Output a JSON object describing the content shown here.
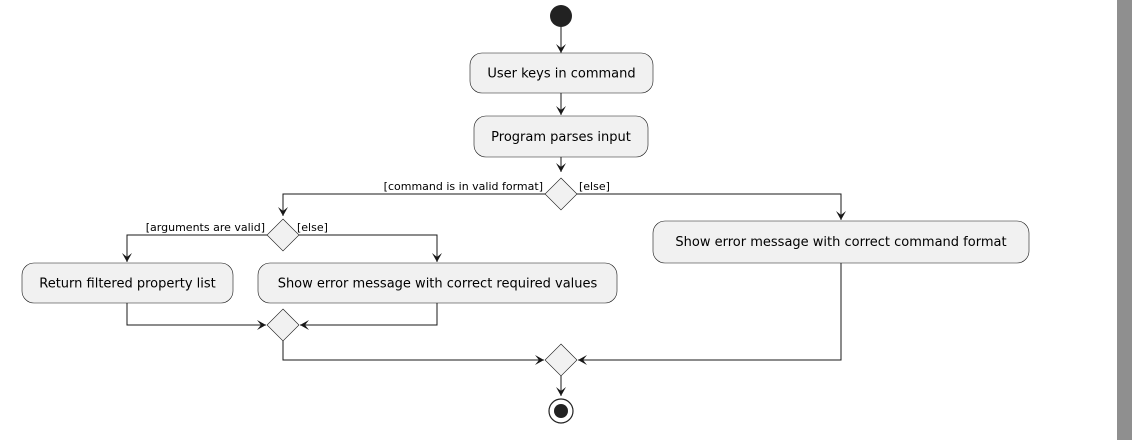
{
  "activities": {
    "user_keys_in": "User keys in command",
    "program_parses": "Program parses input",
    "show_error_format": "Show error message with correct command format",
    "return_filtered": "Return filtered property list",
    "show_error_values": "Show error message with correct required values"
  },
  "guards": {
    "valid_format": "[command is in valid format]",
    "else_format": "[else]",
    "args_valid": "[arguments are valid]",
    "else_args": "[else]"
  },
  "colors": {
    "node_fill": "#f1f1f1",
    "line": "#181818",
    "scrollbar": "#8f8f8f"
  }
}
